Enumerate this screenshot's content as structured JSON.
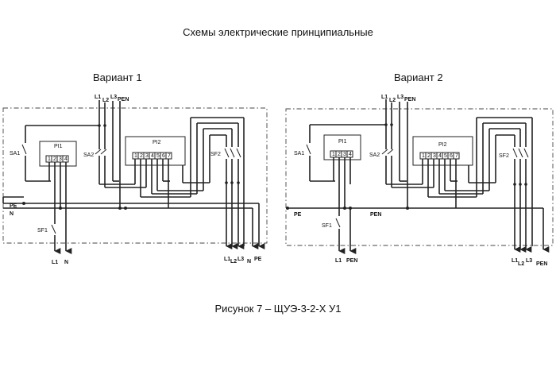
{
  "header": {
    "title": "Схемы электрические принципиальные"
  },
  "variant1": {
    "title": "Вариант 1",
    "labels": {
      "supply": [
        "L1",
        "L2",
        "L3",
        "PEN"
      ],
      "pi1": "PI1",
      "pi2": "PI2",
      "sa1": "SA1",
      "sa2": "SA2",
      "sf1": "SF1",
      "sf2": "SF2",
      "pe": "PE",
      "n": "N",
      "out_left": [
        "L1",
        "N"
      ],
      "out_right": [
        "L1",
        "L2",
        "L3",
        "N",
        "PE"
      ],
      "pi1_terminals": [
        "1",
        "2",
        "3",
        "4"
      ],
      "pi2_terminals": [
        "1",
        "2",
        "3",
        "4",
        "5",
        "6",
        "7"
      ]
    }
  },
  "variant2": {
    "title": "Вариант 2",
    "labels": {
      "supply": [
        "L1",
        "L2",
        "L3",
        "PEN"
      ],
      "pi1": "PI1",
      "pi2": "PI2",
      "sa1": "SA1",
      "sa2": "SA2",
      "sf1": "SF1",
      "sf2": "SF2",
      "pe": "PE",
      "pen": "PEN",
      "out_left": [
        "L1",
        "PEN"
      ],
      "out_right": [
        "L1",
        "L2",
        "L3",
        "PEN"
      ],
      "pi1_terminals": [
        "1",
        "2",
        "3",
        "4"
      ],
      "pi2_terminals": [
        "1",
        "2",
        "3",
        "4",
        "5",
        "6",
        "7"
      ]
    }
  },
  "caption": "Рисунок 7 – ЩУЭ-3-2-Х У1"
}
